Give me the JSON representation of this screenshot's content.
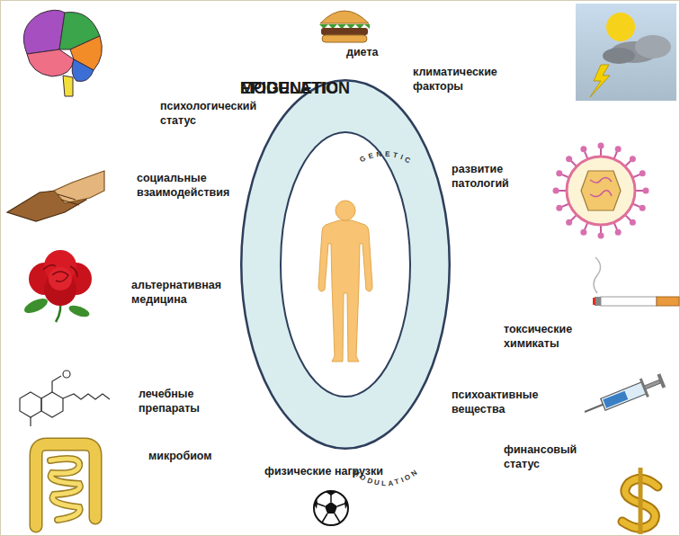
{
  "diagram": {
    "nodes": [
      {
        "text": [
          "EPIGENETIC",
          "MODULATION"
        ]
      },
      {
        "text": [
          "GENETIC",
          "MODULATION"
        ],
        "in": 0
      },
      {
        "text": [
          "психологический статус"
        ]
      },
      {
        "text": [
          "диета"
        ]
      },
      {
        "text": [
          "климатические факторы"
        ]
      },
      {
        "text": [
          "социальные взаимодействия"
        ]
      },
      {
        "text": [
          "развитие патологий"
        ]
      },
      {
        "text": [
          "альтернативная медицина"
        ]
      },
      {
        "text": [
          "токсические химикаты"
        ]
      },
      {
        "text": [
          "лечебные препараты"
        ]
      },
      {
        "text": [
          "психоактивные вещества"
        ]
      },
      {
        "text": [
          "микробиом"
        ]
      },
      {
        "text": [
          "физические нагрузки"
        ]
      },
      {
        "text": [
          "финансовый статус"
        ]
      }
    ],
    "edges": [
      {
        "from": 2,
        "to": 0,
        "arrow": "to"
      },
      {
        "from": 3,
        "to": 0,
        "arrow": "to"
      },
      {
        "from": 4,
        "to": 0,
        "arrow": "to"
      },
      {
        "from": 5,
        "to": 0,
        "arrow": "to"
      },
      {
        "from": 6,
        "to": 0,
        "arrow": "to"
      },
      {
        "from": 7,
        "to": 0,
        "arrow": "to"
      },
      {
        "from": 8,
        "to": 0,
        "arrow": "to"
      },
      {
        "from": 9,
        "to": 0,
        "arrow": "to"
      },
      {
        "from": 10,
        "to": 0,
        "arrow": "to"
      },
      {
        "from": 11,
        "to": 0,
        "arrow": "to"
      },
      {
        "from": 12,
        "to": 0,
        "arrow": "to"
      },
      {
        "from": 13,
        "to": 0,
        "arrow": "to"
      }
    ]
  }
}
